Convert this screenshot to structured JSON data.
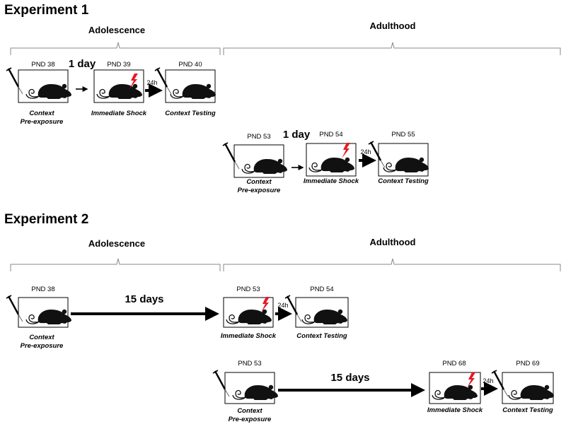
{
  "experiments": [
    {
      "title": "Experiment 1",
      "periods": [
        "Adolescence",
        "Adulthood"
      ],
      "rows": [
        {
          "boxes": [
            {
              "pnd": "PND 38",
              "caption": [
                "Context",
                "Pre-exposure"
              ],
              "syringe": true,
              "shock": false
            },
            {
              "pnd": "PND 39",
              "caption": [
                "Immediate Shock"
              ],
              "syringe": false,
              "shock": true
            },
            {
              "pnd": "PND 40",
              "caption": [
                "Context Testing"
              ],
              "syringe": true,
              "shock": false
            }
          ],
          "gaps": [
            "1 day",
            "24h"
          ]
        },
        {
          "boxes": [
            {
              "pnd": "PND 53",
              "caption": [
                "Context",
                "Pre-exposure"
              ],
              "syringe": true,
              "shock": false
            },
            {
              "pnd": "PND 54",
              "caption": [
                "Immediate Shock"
              ],
              "syringe": false,
              "shock": true
            },
            {
              "pnd": "PND 55",
              "caption": [
                "Context Testing"
              ],
              "syringe": true,
              "shock": false
            }
          ],
          "gaps": [
            "1 day",
            "24h"
          ]
        }
      ]
    },
    {
      "title": "Experiment 2",
      "periods": [
        "Adolescence",
        "Adulthood"
      ],
      "rows": [
        {
          "boxes": [
            {
              "pnd": "PND 38",
              "caption": [
                "Context",
                "Pre-exposure"
              ],
              "syringe": true,
              "shock": false
            },
            {
              "pnd": "PND 53",
              "caption": [
                "Immediate Shock"
              ],
              "syringe": false,
              "shock": true
            },
            {
              "pnd": "PND 54",
              "caption": [
                "Context Testing"
              ],
              "syringe": true,
              "shock": false
            }
          ],
          "gaps": [
            "15 days",
            "24h"
          ]
        },
        {
          "boxes": [
            {
              "pnd": "PND 53",
              "caption": [
                "Context",
                "Pre-exposure"
              ],
              "syringe": true,
              "shock": false
            },
            {
              "pnd": "PND 68",
              "caption": [
                "Immediate Shock"
              ],
              "syringe": false,
              "shock": true
            },
            {
              "pnd": "PND 69",
              "caption": [
                "Context Testing"
              ],
              "syringe": true,
              "shock": false
            }
          ],
          "gaps": [
            "15 days",
            "24h"
          ]
        }
      ]
    }
  ],
  "colors": {
    "shock": "#e31b23",
    "rat": "#111111",
    "line": "#000000",
    "brace": "#888888"
  }
}
